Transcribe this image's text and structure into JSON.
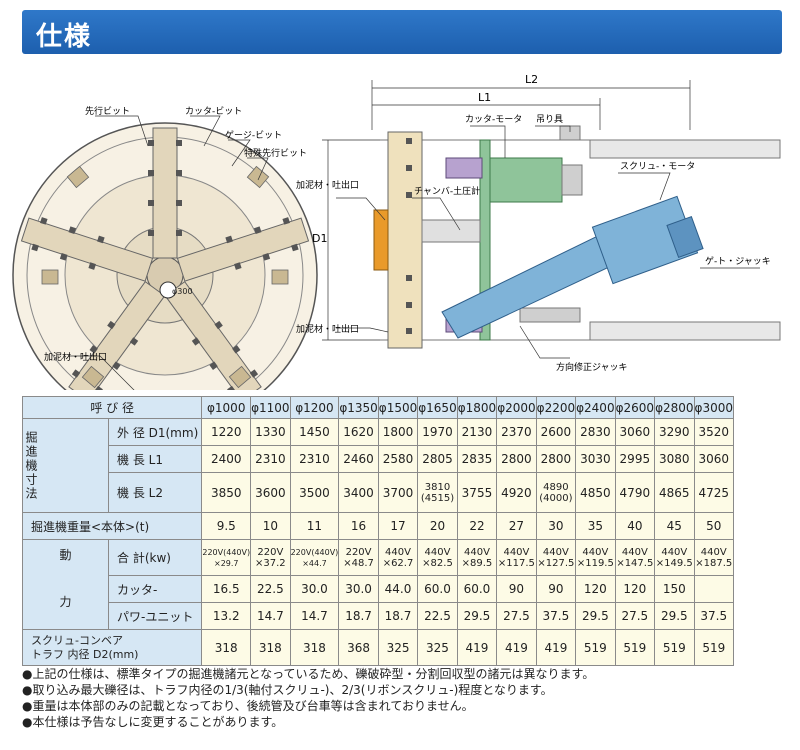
{
  "header": {
    "title": "仕様"
  },
  "figure": {
    "labels": {
      "lead_bit": "先行ビット",
      "cutter_bit": "カッタ-ビット",
      "gauge_bit": "ゲージ-ビット",
      "special_lead_bit": "特殊先行ビット",
      "mud_outlet": "加泥材・吐出口",
      "pipe_300": "φ300",
      "L2": "L2",
      "L1": "L1",
      "D1": "D1",
      "cutter_motor": "カッタ-モータ",
      "hanger": "吊り具",
      "mud_outlet_1": "加泥材・吐出口",
      "chamber_pressure": "チャンバ-土圧計",
      "screw_motor": "スクリュ-・モータ",
      "gate_jack": "ゲ-ト・ジャッキ",
      "mud_outlet_2": "加泥材・吐出口",
      "steering_jack": "方向修正ジャッキ"
    }
  },
  "table": {
    "header_label": "呼 び 径",
    "diameters": [
      "φ1000",
      "φ1100",
      "φ1200",
      "φ1350",
      "φ1500",
      "φ1650",
      "φ1800",
      "φ2000",
      "φ2200",
      "φ2400",
      "φ2600",
      "φ2800",
      "φ3000"
    ],
    "group_dimensions": "掘進機寸法",
    "row_d1_label": "外 径 D1(mm)",
    "row_d1": [
      "1220",
      "1330",
      "1450",
      "1620",
      "1800",
      "1970",
      "2130",
      "2370",
      "2600",
      "2830",
      "3060",
      "3290",
      "3520"
    ],
    "row_l1_label": "機 長 L1",
    "row_l1": [
      "2400",
      "2310",
      "2310",
      "2460",
      "2580",
      "2805",
      "2835",
      "2800",
      "2800",
      "3030",
      "2995",
      "3080",
      "3060"
    ],
    "row_l2_label": "機 長 L2",
    "row_l2": [
      "3850",
      "3600",
      "3500",
      "3400",
      "3700",
      "3810\n(4515)",
      "3755",
      "4920",
      "4890\n(4000)",
      "4850",
      "4790",
      "4865",
      "4725"
    ],
    "row_weight_label": "掘進機重量<本体>(t)",
    "row_weight": [
      "9.5",
      "10",
      "11",
      "16",
      "17",
      "20",
      "22",
      "27",
      "30",
      "35",
      "40",
      "45",
      "50"
    ],
    "group_power_top": "動",
    "group_power_bottom": "力",
    "row_total_label": "合 計(kw)",
    "row_total": [
      "220V(440V)\n×29.7",
      "220V\n×37.2",
      "220V(440V)\n×44.7",
      "220V\n×48.7",
      "440V\n×62.7",
      "440V\n×82.5",
      "440V\n×89.5",
      "440V\n×117.5",
      "440V\n×127.5",
      "440V\n×119.5",
      "440V\n×147.5",
      "440V\n×149.5",
      "440V\n×187.5"
    ],
    "row_cutter_label": "カッタ-",
    "row_cutter": [
      "16.5",
      "22.5",
      "30.0",
      "30.0",
      "44.0",
      "60.0",
      "60.0",
      "90",
      "90",
      "120",
      "120",
      "150",
      ""
    ],
    "row_power_unit_label": "パワ-ユニット",
    "row_power_unit": [
      "13.2",
      "14.7",
      "14.7",
      "18.7",
      "18.7",
      "22.5",
      "29.5",
      "27.5",
      "37.5",
      "29.5",
      "27.5",
      "29.5",
      "37.5"
    ],
    "row_trough_label_1": "スクリュ-コンベア",
    "row_trough_label_2": "トラフ 内径 D2(mm)",
    "row_trough": [
      "318",
      "318",
      "318",
      "368",
      "325",
      "325",
      "419",
      "419",
      "419",
      "519",
      "519",
      "519",
      "519"
    ]
  },
  "notes": [
    "●上記の仕様は、標準タイプの掘進機諸元となっているため、礫破砕型・分割回収型の諸元は異なります。",
    "●取り込み最大礫径は、トラフ内径の1/3(軸付スクリュ-)、2/3(リボンスクリュ-)程度となります。",
    "●重量は本体部のみの記載となっており、後続管及び台車等は含まれておりません。",
    "●本仕様は予告なしに変更することがあります。"
  ],
  "colors": {
    "title_bar": "#1d5fae",
    "table_header": "#d6e7f4",
    "table_cell": "#fdfbe6",
    "cutter_orange": "#e99a2a",
    "machine_green": "#8fc49a",
    "jack_purple": "#b7a2cf",
    "screw_blue": "#7fb3d8"
  }
}
